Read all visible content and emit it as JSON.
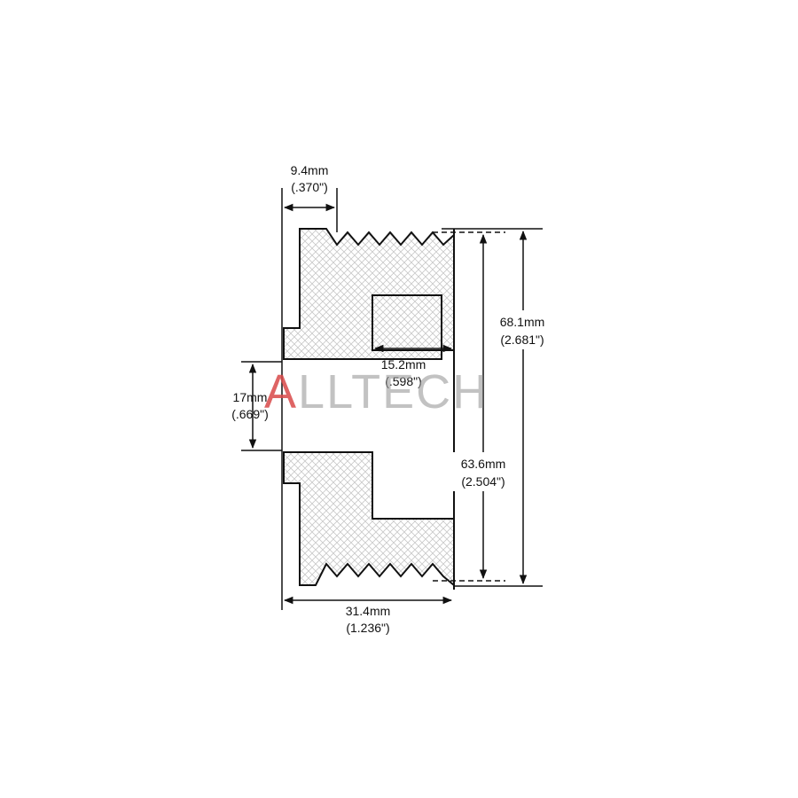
{
  "dimensions": {
    "groove_width": {
      "mm": "9.4mm",
      "inch": "(.370\")"
    },
    "bore_depth": {
      "mm": "15.2mm",
      "inch": "(.598\")"
    },
    "bore_diameter": {
      "mm": "17mm",
      "inch": "(.669\")"
    },
    "outer_diameter": {
      "mm": "68.1mm",
      "inch": "(2.681\")"
    },
    "inner_diameter": {
      "mm": "63.6mm",
      "inch": "(2.504\")"
    },
    "overall_width": {
      "mm": "31.4mm",
      "inch": "(1.236\")"
    }
  },
  "watermark": {
    "first": "A",
    "rest": "LLTECH"
  },
  "colors": {
    "line": "#111111",
    "hatch": "#c8c8c8",
    "watermark_accent": "#d94a4a",
    "watermark_gray": "#9a9a9a"
  }
}
